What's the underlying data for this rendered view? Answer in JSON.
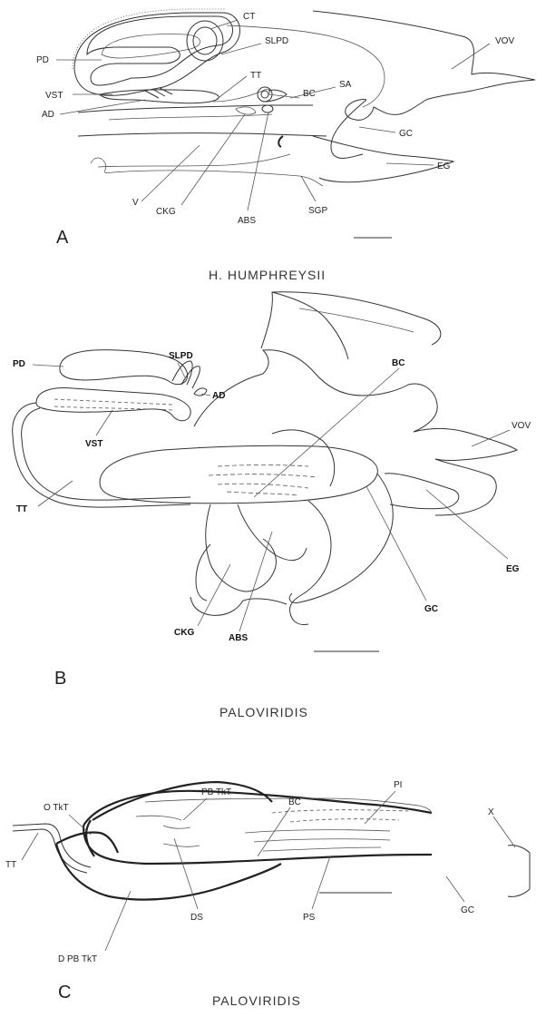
{
  "figure_a": {
    "plate_letter": "A",
    "caption": "H. HUMPHREYSII",
    "labels": {
      "ct": "CT",
      "slpd": "SLPD",
      "pd": "PD",
      "tt": "TT",
      "vov": "VOV",
      "bc": "BC",
      "sa": "SA",
      "vst": "VST",
      "ad": "AD",
      "gc": "GC",
      "eg": "EG",
      "v": "V",
      "ckg": "CKG",
      "sgp": "SGP",
      "abs": "ABS"
    }
  },
  "figure_b": {
    "plate_letter": "B",
    "caption": "PALOVIRIDIS",
    "labels": {
      "slpd": "SLPD",
      "pd": "PD",
      "ad": "AD",
      "bc": "BC",
      "vst": "VST",
      "vov": "VOV",
      "tt": "TT",
      "eg": "EG",
      "ckg": "CKG",
      "gc": "GC",
      "abs": "ABS"
    }
  },
  "figure_c": {
    "plate_letter": "C",
    "caption": "PALOVIRIDIS",
    "labels": {
      "pbtkt": "PB TkT",
      "otkt": "O TkT",
      "bc": "BC",
      "pi": "PI",
      "x": "X",
      "tt": "TT",
      "ds": "DS",
      "ps": "PS",
      "gc": "GC",
      "dpbtkt": "D PB TkT"
    }
  }
}
